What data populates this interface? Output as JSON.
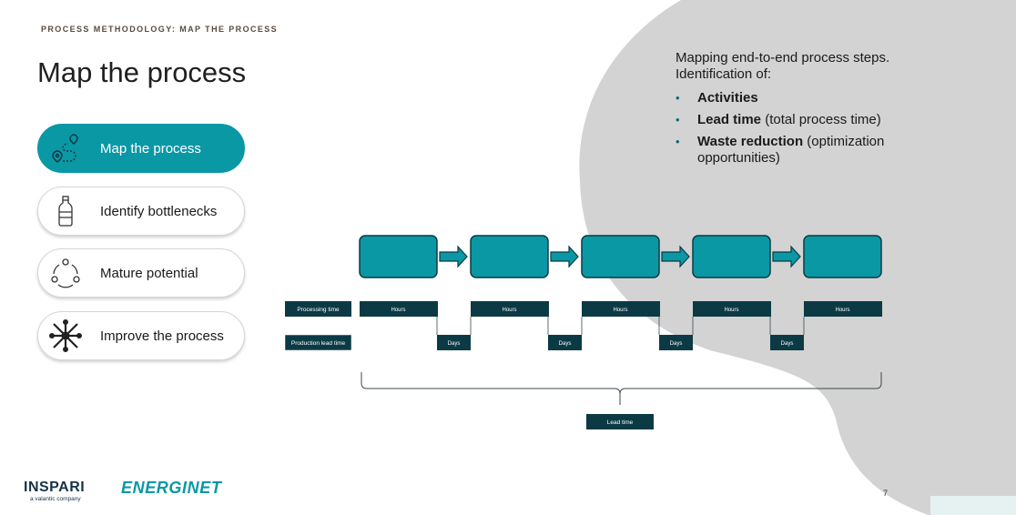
{
  "header": {
    "kicker": "PROCESS METHODOLOGY: MAP THE PROCESS",
    "title": "Map the process"
  },
  "nav": {
    "items": [
      {
        "label": "Map the process",
        "icon": "map-route-icon",
        "active": true
      },
      {
        "label": "Identify bottlenecks",
        "icon": "bottle-icon",
        "active": false
      },
      {
        "label": "Mature potential",
        "icon": "cycle-people-icon",
        "active": false
      },
      {
        "label": "Improve the process",
        "icon": "team-hands-icon",
        "active": false
      }
    ]
  },
  "description": {
    "intro": "Mapping end-to-end process steps. Identification of:",
    "bullets": [
      {
        "strong": "Activities",
        "rest": ""
      },
      {
        "strong": "Lead time",
        "rest": " (total process time)"
      },
      {
        "strong": "Waste reduction",
        "rest": " (optimization opportunities)"
      }
    ]
  },
  "diagram": {
    "processing_label": "Processing time",
    "production_label": "Production lead time",
    "hours": [
      "Hours",
      "Hours",
      "Hours",
      "Hours",
      "Hours"
    ],
    "days": [
      "Days",
      "Days",
      "Days",
      "Days"
    ],
    "lead_time": "Lead time"
  },
  "footer": {
    "brand1": "INSPARI",
    "brand1_sub": "a valantic company",
    "brand2": "ENERGINET",
    "page_number": "7"
  },
  "colors": {
    "accent": "#0a98a5",
    "dark_tag": "#0b3a45",
    "blob": "#d3d3d3"
  }
}
